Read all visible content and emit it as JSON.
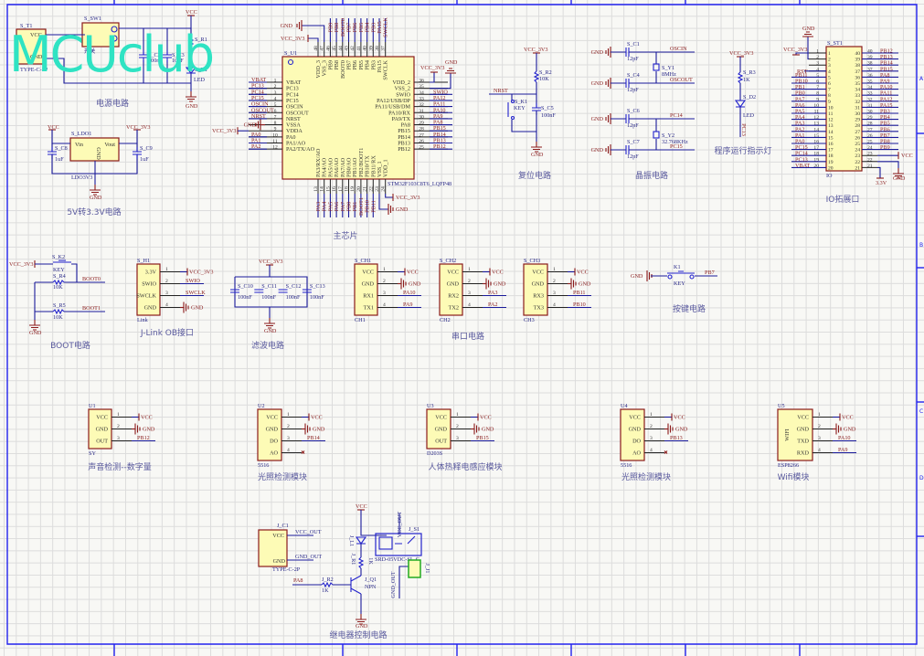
{
  "watermark": "MCUclub",
  "frame": {
    "zones": [
      "A",
      "B",
      "C",
      "D"
    ]
  },
  "nets": {
    "vcc": "VCC",
    "vcc33": "VCC_3V3",
    "gnd": "GND"
  },
  "titles": {
    "power": "电源电路",
    "ldo": "5V转3.3V电路",
    "mcu": "主芯片",
    "reset": "复位电路",
    "crystal": "晶振电路",
    "led": "程序运行指示灯",
    "io": "IO拓展口",
    "boot": "BOOT电路",
    "jlink": "J-Link OB接口",
    "filter": "滤波电路",
    "uart": "串口电路",
    "key": "按键电路",
    "sound": "声音检测--数字量",
    "light1": "光照检测模块",
    "pir": "人体热释电感应模块",
    "light2": "光照检测模块",
    "wifi": "Wifi模块",
    "relay": "继电器控制电路"
  },
  "power": {
    "conn_ref": "S_T1",
    "conn_part": "TYPE-C-2P",
    "conn_pin_vcc": "VCC",
    "conn_pin_gnd": "GND",
    "sw_ref": "S_SW1",
    "sw_label": "开关",
    "c2_ref": "S_C2",
    "c2_val": "100nF",
    "c3_ref": "S_C3",
    "c3_val": "10uF",
    "r1_ref": "S_R1",
    "d1_ref": "S_D1",
    "d1_val": "LED"
  },
  "ldo": {
    "ref": "S_LDO1",
    "part": "LDO3V3",
    "vin": "Vin",
    "vout": "Vout",
    "gnd": "GND",
    "c8_ref": "S_C8",
    "c8_val": "1uF",
    "c9_ref": "S_C9",
    "c9_val": "1uF"
  },
  "mcu": {
    "ref": "S_U1",
    "part": "STM32F103C8T6_LQFP48",
    "left_pins": [
      {
        "n": "1",
        "name": "VBAT",
        "net": "VBAT"
      },
      {
        "n": "2",
        "name": "PC13",
        "net": "PC13"
      },
      {
        "n": "3",
        "name": "PC14",
        "net": "PC14"
      },
      {
        "n": "4",
        "name": "PC15",
        "net": "PC15"
      },
      {
        "n": "5",
        "name": "OSCIN",
        "net": "OSCIN"
      },
      {
        "n": "6",
        "name": "OSCOUT",
        "net": "OSCOUT"
      },
      {
        "n": "7",
        "name": "NRST",
        "net": "NRST"
      },
      {
        "n": "8",
        "name": "VSSA",
        "net": "GND"
      },
      {
        "n": "9",
        "name": "VDDA",
        "net": "VCC_3V3"
      },
      {
        "n": "10",
        "name": "PA0",
        "net": "PA0"
      },
      {
        "n": "11",
        "name": "PA1/AO",
        "net": "PA1"
      },
      {
        "n": "12",
        "name": "PA2/TX/AO",
        "net": "PA2"
      }
    ],
    "right_pins": [
      {
        "n": "36",
        "name": "VDD_2",
        "net": ""
      },
      {
        "n": "35",
        "name": "VSS_2",
        "net": ""
      },
      {
        "n": "34",
        "name": "SWIO",
        "net": "SWIO"
      },
      {
        "n": "33",
        "name": "PA12/USB/DP",
        "net": "PA12"
      },
      {
        "n": "32",
        "name": "PA11/USB/DM",
        "net": "PA11"
      },
      {
        "n": "31",
        "name": "PA10/RX",
        "net": "PA10"
      },
      {
        "n": "30",
        "name": "PA9/TX",
        "net": "PA9"
      },
      {
        "n": "29",
        "name": "PA8",
        "net": "PA8"
      },
      {
        "n": "28",
        "name": "PB15",
        "net": "PB15"
      },
      {
        "n": "27",
        "name": "PB14",
        "net": "PB14"
      },
      {
        "n": "26",
        "name": "PB13",
        "net": "PB13"
      },
      {
        "n": "25",
        "name": "PB12",
        "net": "PB12"
      }
    ],
    "right_vdd_net": "VCC_3V3",
    "right_vss_net": "GND",
    "top_pins": [
      {
        "n": "48",
        "name": "VDD_3",
        "net": ""
      },
      {
        "n": "47",
        "name": "VSS_3",
        "net": ""
      },
      {
        "n": "46",
        "name": "PB9",
        "net": "PB9"
      },
      {
        "n": "45",
        "name": "PB8",
        "net": "PB8"
      },
      {
        "n": "44",
        "name": "BOOT0",
        "net": "BOOT0"
      },
      {
        "n": "43",
        "name": "PB7",
        "net": "PB7"
      },
      {
        "n": "42",
        "name": "PB6",
        "net": "PB6"
      },
      {
        "n": "41",
        "name": "PB5",
        "net": "PB5"
      },
      {
        "n": "40",
        "name": "PB4",
        "net": "PB4"
      },
      {
        "n": "39",
        "name": "PB3",
        "net": "PB3"
      },
      {
        "n": "38",
        "name": "PA15",
        "net": "PA15"
      },
      {
        "n": "37",
        "name": "SWCLK",
        "net": "SWCLK"
      }
    ],
    "bottom_pins": [
      {
        "n": "13",
        "name": "PA3/RX/AO",
        "net": "PA3"
      },
      {
        "n": "14",
        "name": "PA4/AO",
        "net": "PA4"
      },
      {
        "n": "15",
        "name": "PA5/AO",
        "net": "PA5"
      },
      {
        "n": "16",
        "name": "PA6/AO",
        "net": "PA6"
      },
      {
        "n": "17",
        "name": "PA7/AO",
        "net": "PA7"
      },
      {
        "n": "18",
        "name": "PB0/AO",
        "net": "PB0"
      },
      {
        "n": "19",
        "name": "PB1/AO",
        "net": "PB1"
      },
      {
        "n": "20",
        "name": "PB2/BOOT1",
        "net": "BOOT1"
      },
      {
        "n": "21",
        "name": "PB10/TX",
        "net": "PB10"
      },
      {
        "n": "22",
        "name": "PB11/RX",
        "net": "PB11"
      },
      {
        "n": "23",
        "name": "VSS_1",
        "net": ""
      },
      {
        "n": "24",
        "name": "VDD_1",
        "net": ""
      }
    ]
  },
  "reset": {
    "r_ref": "S_R2",
    "r_val": "10K",
    "net": "NRST",
    "k_ref": "S_K1",
    "k_val": "KEY",
    "c_ref": "S_C5",
    "c_val": "100nF"
  },
  "crystal": {
    "rows": [
      {
        "ref": "S_C1",
        "val": "12pF",
        "net": "OSCIN"
      },
      {
        "ref": "S_C4",
        "val": "12pF",
        "net": "OSCOUT"
      },
      {
        "ref": "S_C6",
        "val": "12pF",
        "net": "PC14"
      },
      {
        "ref": "S_C7",
        "val": "12pF",
        "net": "PC15"
      }
    ],
    "y1_ref": "S_Y1",
    "y1_val": "8MHz",
    "y2_ref": "S_Y2",
    "y2_val": "32.768KHz"
  },
  "led": {
    "r_ref": "S_R3",
    "r_val": "1K",
    "d_ref": "S_D2",
    "d_val": "LED",
    "net": "PC13"
  },
  "io": {
    "ref": "S_ST1",
    "part": "IO",
    "left": [
      {
        "n": "1",
        "net": "VCC_3V3"
      },
      {
        "n": "2",
        "net": "GND"
      },
      {
        "n": "3",
        "net": ""
      },
      {
        "n": "4",
        "net": "RST"
      },
      {
        "n": "5",
        "net": "PB11"
      },
      {
        "n": "6",
        "net": "PB10"
      },
      {
        "n": "7",
        "net": "PB1"
      },
      {
        "n": "8",
        "net": "PB0"
      },
      {
        "n": "9",
        "net": "PA7"
      },
      {
        "n": "10",
        "net": "PA6"
      },
      {
        "n": "11",
        "net": "PA5"
      },
      {
        "n": "12",
        "net": "PA4"
      },
      {
        "n": "13",
        "net": "PA3"
      },
      {
        "n": "14",
        "net": "PA2"
      },
      {
        "n": "15",
        "net": "PA1"
      },
      {
        "n": "16",
        "net": "PA0"
      },
      {
        "n": "17",
        "net": "PC15"
      },
      {
        "n": "18",
        "net": "PC14"
      },
      {
        "n": "19",
        "net": "PC13"
      },
      {
        "n": "20",
        "net": "VBAT"
      }
    ],
    "right": [
      {
        "n": "40",
        "net": "PB12"
      },
      {
        "n": "39",
        "net": "PB13"
      },
      {
        "n": "38",
        "net": "PB14"
      },
      {
        "n": "37",
        "net": "PB15"
      },
      {
        "n": "36",
        "net": "PA8"
      },
      {
        "n": "35",
        "net": "PA9"
      },
      {
        "n": "34",
        "net": "PA10"
      },
      {
        "n": "33",
        "net": "PA11"
      },
      {
        "n": "32",
        "net": "PA12"
      },
      {
        "n": "31",
        "net": "PA15"
      },
      {
        "n": "30",
        "net": "PB3"
      },
      {
        "n": "29",
        "net": "PB4"
      },
      {
        "n": "28",
        "net": "PB5"
      },
      {
        "n": "27",
        "net": "PB6"
      },
      {
        "n": "26",
        "net": "PB7"
      },
      {
        "n": "25",
        "net": "PB8"
      },
      {
        "n": "24",
        "net": "PB9"
      },
      {
        "n": "23",
        "net": "VCC"
      },
      {
        "n": "22",
        "net": "GND"
      },
      {
        "n": "21",
        "net": "3.3V"
      }
    ]
  },
  "boot": {
    "k_ref": "S_K2",
    "k_val": "KEY",
    "r4_ref": "S_R4",
    "r4_val": "10K",
    "r5_ref": "S_R5",
    "r5_val": "10K",
    "net0": "BOOT0",
    "net1": "BOOT1"
  },
  "filter": {
    "caps": [
      {
        "ref": "S_C10",
        "val": "100nF"
      },
      {
        "ref": "S_C11",
        "val": "100nF"
      },
      {
        "ref": "S_C12",
        "val": "100nF"
      },
      {
        "ref": "S_C13",
        "val": "100nF"
      }
    ]
  },
  "key": {
    "ref": "K1",
    "val": "KEY",
    "net": "PB7"
  },
  "modules": {
    "jlink": {
      "ref": "S_H1",
      "part": "Link",
      "pins": [
        {
          "n": "1",
          "name": "3.3V",
          "net": "VCC_3V3"
        },
        {
          "n": "2",
          "name": "SWIO",
          "net": "SWIO"
        },
        {
          "n": "3",
          "name": "SWCLK",
          "net": "SWCLK"
        },
        {
          "n": "4",
          "name": "GND",
          "net": "GND"
        }
      ]
    },
    "ch1": {
      "ref": "S_CH1",
      "part": "CH1",
      "pins": [
        {
          "n": "1",
          "name": "VCC",
          "net": "VCC"
        },
        {
          "n": "2",
          "name": "GND",
          "net": "GND"
        },
        {
          "n": "3",
          "name": "RX1",
          "net": "PA10"
        },
        {
          "n": "4",
          "name": "TX1",
          "net": "PA9"
        }
      ]
    },
    "ch2": {
      "ref": "S_CH2",
      "part": "CH2",
      "pins": [
        {
          "n": "1",
          "name": "VCC",
          "net": "VCC"
        },
        {
          "n": "2",
          "name": "GND",
          "net": "GND"
        },
        {
          "n": "3",
          "name": "RX2",
          "net": "PA3"
        },
        {
          "n": "4",
          "name": "TX2",
          "net": "PA2"
        }
      ]
    },
    "ch3": {
      "ref": "S_CH3",
      "part": "CH3",
      "pins": [
        {
          "n": "1",
          "name": "VCC",
          "net": "VCC"
        },
        {
          "n": "2",
          "name": "GND",
          "net": "GND"
        },
        {
          "n": "3",
          "name": "RX3",
          "net": "PB11"
        },
        {
          "n": "4",
          "name": "TX3",
          "net": "PB10"
        }
      ]
    },
    "u1": {
      "ref": "U1",
      "part": "SY",
      "pins": [
        {
          "n": "1",
          "name": "VCC",
          "net": "VCC"
        },
        {
          "n": "2",
          "name": "GND",
          "net": "GND"
        },
        {
          "n": "3",
          "name": "OUT",
          "net": "PB12"
        }
      ]
    },
    "u2": {
      "ref": "U2",
      "part": "5516",
      "pins": [
        {
          "n": "1",
          "name": "VCC",
          "net": "VCC"
        },
        {
          "n": "2",
          "name": "GND",
          "net": "GND"
        },
        {
          "n": "3",
          "name": "DO",
          "net": "PB14"
        },
        {
          "n": "4",
          "name": "AO",
          "net": ""
        }
      ]
    },
    "u3": {
      "ref": "U3",
      "part": "D203S",
      "pins": [
        {
          "n": "1",
          "name": "VCC",
          "net": "VCC"
        },
        {
          "n": "2",
          "name": "GND",
          "net": "GND"
        },
        {
          "n": "3",
          "name": "OUT",
          "net": "PB15"
        }
      ]
    },
    "u4": {
      "ref": "U4",
      "part": "5516",
      "pins": [
        {
          "n": "1",
          "name": "VCC",
          "net": "VCC"
        },
        {
          "n": "2",
          "name": "GND",
          "net": "GND"
        },
        {
          "n": "3",
          "name": "DO",
          "net": "PB13"
        },
        {
          "n": "4",
          "name": "AO",
          "net": ""
        }
      ]
    },
    "u5": {
      "ref": "U5",
      "part": "ESP8266",
      "body": "WIFI",
      "pins": [
        {
          "n": "1",
          "name": "VCC",
          "net": "VCC"
        },
        {
          "n": "2",
          "name": "GND",
          "net": "GND"
        },
        {
          "n": "3",
          "name": "TXD",
          "net": "PA10"
        },
        {
          "n": "4",
          "name": "RXD",
          "net": "PA9"
        }
      ]
    }
  },
  "relay": {
    "conn_ref": "J_C1",
    "conn_part": "TYPE-C-2P",
    "conn_vcc": "VCC",
    "conn_gnd": "GND",
    "vcc_out": "VCC_OUT",
    "gnd_out": "GND_OUT",
    "l1_ref": "J_L1",
    "r1_ref": "J_R1",
    "r1_val": "1K",
    "r2_ref": "J_R2",
    "r2_val": "1K",
    "q1_ref": "J_Q1",
    "q1_val": "NPN",
    "in_net": "PA8",
    "s1_ref": "J_S1",
    "s1_part": "SRD-05VDC-SL-C",
    "j1_ref": "J_J1"
  }
}
